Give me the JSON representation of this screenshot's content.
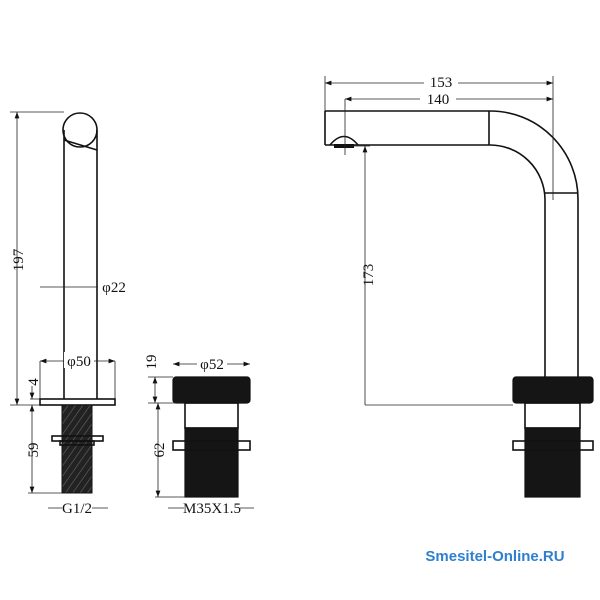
{
  "dimensions": {
    "height_total": "197",
    "plate_thickness": "4",
    "tube_diameter": "φ22",
    "plate_diameter": "φ50",
    "shank_length": "59",
    "thread_left": "G1/2",
    "body_height": "19",
    "body_diameter": "φ52",
    "body_shank_length": "62",
    "thread_middle": "M35X1.5",
    "reach_total": "153",
    "reach_outlet": "140",
    "outlet_height": "173"
  },
  "watermark": "Smesitel-Online.RU",
  "colors": {
    "watermark": "#2f7fd0",
    "line": "#111111"
  }
}
